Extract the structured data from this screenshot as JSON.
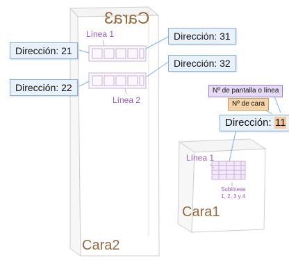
{
  "tall_totem": {
    "face3_label": "Cara3",
    "face2_label": "Cara2",
    "line1_label": "Línea 1",
    "line2_label": "Línea 2",
    "callouts": {
      "dir_21": "Dirección: 21",
      "dir_22": "Dirección: 22",
      "dir_31": "Dirección: 31",
      "dir_32": "Dirección: 32"
    }
  },
  "small_box": {
    "face1_label": "Cara1",
    "line1_label": "Línea 1",
    "sublines_label_1": "Sublíneas",
    "sublines_label_2": "1, 2, 3 y 4"
  },
  "legend": {
    "screen_or_line": "Nº de pantalla o línea",
    "face_number": "Nº de cara",
    "address_prefix": "Dirección:",
    "address_number": "11"
  },
  "colors": {
    "callout_bg": "#e9f2fb",
    "callout_border": "#7fb0de",
    "purple_text": "#9a55c8",
    "brown_text": "#9a6a3c",
    "tag_purple_bg": "#e6dbf5",
    "tag_orange_bg": "#f6d4a8"
  }
}
